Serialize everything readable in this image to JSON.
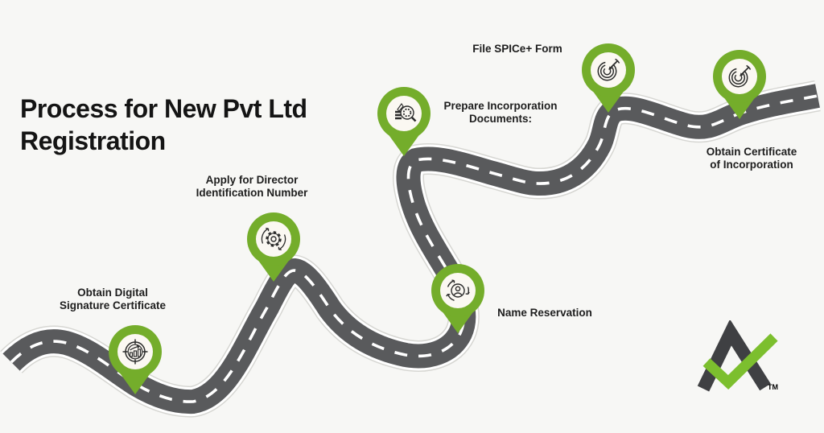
{
  "title": {
    "lines": [
      "Process for New Pvt Ltd",
      "Registration"
    ]
  },
  "steps": [
    {
      "id": 1,
      "label_lines": [
        "Obtain Digital",
        "Signature Certificate"
      ],
      "icon": "target-chart-icon"
    },
    {
      "id": 2,
      "label_lines": [
        "Apply for Director",
        "Identification Number"
      ],
      "icon": "gear-sync-icon"
    },
    {
      "id": 3,
      "label_lines": [
        "Name Reservation"
      ],
      "icon": "user-cycle-icon"
    },
    {
      "id": 4,
      "label_lines": [
        "Prepare Incorporation",
        "Documents:"
      ],
      "icon": "document-search-icon"
    },
    {
      "id": 5,
      "label_lines": [
        "File SPICe+ Form"
      ],
      "icon": "dartboard-icon"
    },
    {
      "id": 6,
      "label_lines": [
        "Obtain Certificate",
        "of Incorporation"
      ],
      "icon": "dartboard-icon"
    }
  ],
  "logo": {
    "tm_label": "TM"
  },
  "colors": {
    "background": "#f7f7f5",
    "accent_green": "#74ad2b",
    "road_gray": "#595a5c",
    "pin_inner": "#fbf8f2",
    "icon_stroke": "#2b2b2b",
    "logo_dark": "#3f4043",
    "logo_green": "#7cbf2e",
    "text": "#1e1e1e"
  }
}
